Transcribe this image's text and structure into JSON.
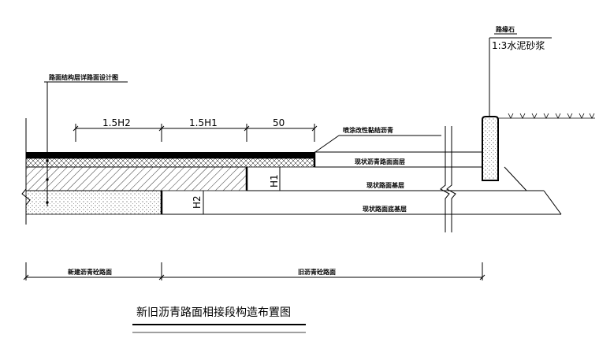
{
  "labels": {
    "curb": "路缘石",
    "mortar": "1:3水泥砂浆",
    "detail_ref": "路面结构层详路面设计图",
    "tack_coat": "喷涂改性黏结沥青",
    "surface_layer": "现状沥青路面面层",
    "base_layer": "现状路面基层",
    "subbase_layer": "现状路面底基层",
    "new_pavement": "新建沥青砼路面",
    "old_pavement": "旧沥青砼路面"
  },
  "dimensions": {
    "d1": "1.5H2",
    "d2": "1.5H1",
    "d3": "50",
    "h1": "H1",
    "h2": "H2"
  },
  "title": "新旧沥青路面相接段构造布置图"
}
